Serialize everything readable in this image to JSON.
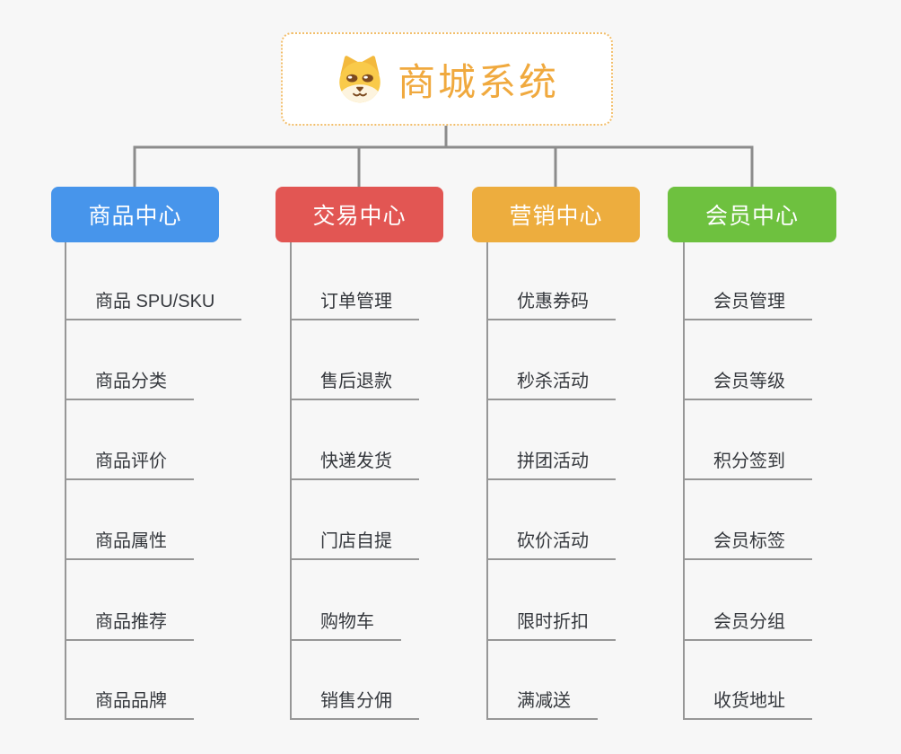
{
  "root": {
    "title": "商城系统",
    "icon": "dog-face-icon"
  },
  "branches": [
    {
      "label": "商品中心",
      "color": "#4795EB",
      "items": [
        "商品 SPU/SKU",
        "商品分类",
        "商品评价",
        "商品属性",
        "商品推荐",
        "商品品牌"
      ]
    },
    {
      "label": "交易中心",
      "color": "#E25653",
      "items": [
        "订单管理",
        "售后退款",
        "快递发货",
        "门店自提",
        "购物车",
        "销售分佣"
      ]
    },
    {
      "label": "营销中心",
      "color": "#EDAD3E",
      "items": [
        "优惠券码",
        "秒杀活动",
        "拼团活动",
        "砍价活动",
        "限时折扣",
        "满减送"
      ]
    },
    {
      "label": "会员中心",
      "color": "#6EC13F",
      "items": [
        "会员管理",
        "会员等级",
        "积分签到",
        "会员标签",
        "会员分组",
        "收货地址"
      ]
    }
  ],
  "colors": {
    "background": "#F7F7F7",
    "root_text": "#F0A93E",
    "root_border": "#F2BE6B",
    "connector": "#8C8C8C",
    "leaf_line": "#979797",
    "leaf_text": "#35383D"
  }
}
